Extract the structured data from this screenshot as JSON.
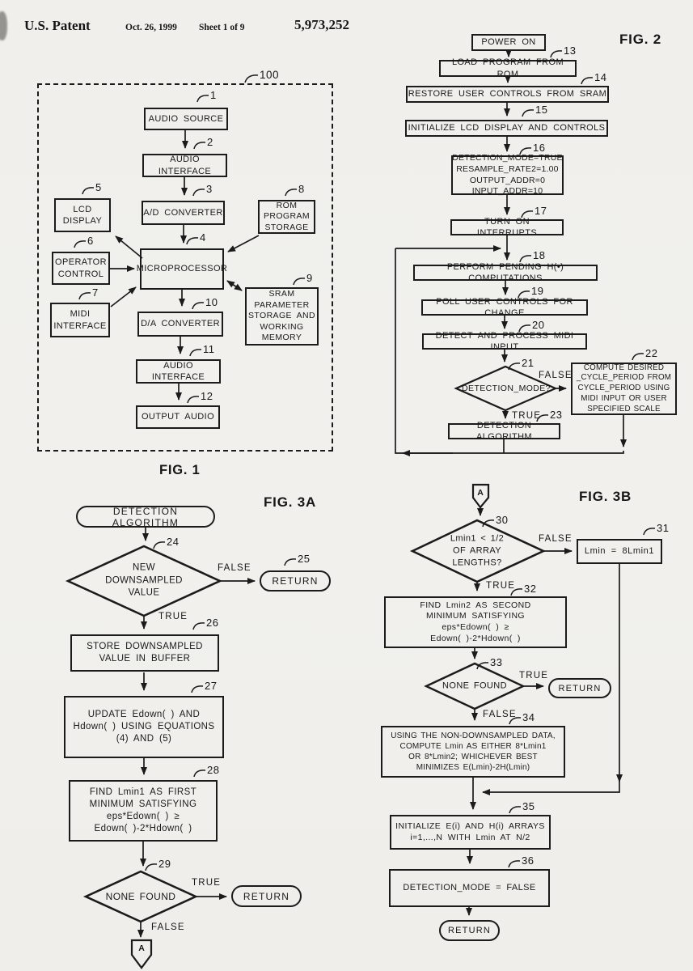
{
  "header": {
    "patent_label": "U.S. Patent",
    "date": "Oct. 26, 1999",
    "sheet": "Sheet 1 of 9",
    "patent_number": "5,973,252"
  },
  "fig1": {
    "label": "FIG. 1",
    "system_ref": "100",
    "audio_source": {
      "ref": "1",
      "text": "AUDIO SOURCE"
    },
    "audio_interface_in": {
      "ref": "2",
      "text": "AUDIO INTERFACE"
    },
    "ad_converter": {
      "ref": "3",
      "text": "A/D CONVERTER"
    },
    "microprocessor": {
      "ref": "4",
      "text": "MICROPROCESSOR"
    },
    "lcd_display": {
      "ref": "5",
      "text": "LCD\nDISPLAY"
    },
    "operator_control": {
      "ref": "6",
      "text": "OPERATOR\nCONTROL"
    },
    "midi_interface": {
      "ref": "7",
      "text": "MIDI\nINTERFACE"
    },
    "rom_program_storage": {
      "ref": "8",
      "text": "ROM\nPROGRAM\nSTORAGE"
    },
    "sram_memory": {
      "ref": "9",
      "text": "SRAM\nPARAMETER\nSTORAGE AND\nWORKING\nMEMORY"
    },
    "da_converter": {
      "ref": "10",
      "text": "D/A CONVERTER"
    },
    "audio_interface_out": {
      "ref": "11",
      "text": "AUDIO INTERFACE"
    },
    "output_audio": {
      "ref": "12",
      "text": "OUTPUT AUDIO"
    }
  },
  "fig2": {
    "label": "FIG. 2",
    "power_on": "POWER ON",
    "load_program": {
      "ref": "13",
      "text": "LOAD PROGRAM FROM ROM"
    },
    "restore_user_controls": {
      "ref": "14",
      "text": "RESTORE USER CONTROLS FROM SRAM"
    },
    "initialize_lcd": {
      "ref": "15",
      "text": "INITIALIZE LCD DISPLAY AND CONTROLS"
    },
    "initialize_vars": {
      "ref": "16",
      "text": "DETECTION_MODE=TRUE\nRESAMPLE_RATE2=1.00\nOUTPUT_ADDR=0\nINPUT_ADDR=10"
    },
    "turn_on_interrupts": {
      "ref": "17",
      "text": "TURN ON INTERRUPTS"
    },
    "perform_computations": {
      "ref": "18",
      "text": "PERFORM PENDING H(•) COMPUTATIONS"
    },
    "poll_user_controls": {
      "ref": "19",
      "text": "POLL USER CONTROLS FOR CHANGE"
    },
    "detect_midi": {
      "ref": "20",
      "text": "DETECT AND PROCESS MIDI INPUT"
    },
    "detection_mode_decision": {
      "ref": "21",
      "text": "DETECTION_MODE?",
      "false_label": "FALSE",
      "true_label": "TRUE"
    },
    "compute_cycle_period": {
      "ref": "22",
      "text": "COMPUTE DESIRED\n_CYCLE_PERIOD FROM\nCYCLE_PERIOD USING\nMIDI INPUT OR USER\nSPECIFIED SCALE"
    },
    "detection_algorithm": {
      "ref": "23",
      "text": "DETECTION ALGORITHM"
    }
  },
  "fig3a": {
    "label": "FIG. 3A",
    "start_terminator": "DETECTION ALGORITHM",
    "new_value_decision": {
      "ref": "24",
      "text": "NEW\nDOWNSAMPLED\nVALUE",
      "false_label": "FALSE",
      "true_label": "TRUE"
    },
    "return_false": {
      "ref": "25",
      "text": "RETURN"
    },
    "store_value": {
      "ref": "26",
      "text": "STORE DOWNSAMPLED\nVALUE IN BUFFER"
    },
    "update_equations": {
      "ref": "27",
      "text": "UPDATE Edown( ) AND\nHdown( ) USING EQUATIONS\n(4) AND (5)"
    },
    "find_lmin1": {
      "ref": "28",
      "text": "FIND Lmin1 AS FIRST\nMINIMUM SATISFYING\neps*Edown( ) ≥\nEdown( )-2*Hdown( )"
    },
    "none_found_decision": {
      "ref": "29",
      "text": "NONE FOUND",
      "true_label": "TRUE",
      "false_label": "FALSE"
    },
    "return_true": "RETURN",
    "connector": "A"
  },
  "fig3b": {
    "label": "FIG. 3B",
    "connector": "A",
    "lmin1_decision": {
      "ref": "30",
      "text": "Lmin1 < 1/2\nOF ARRAY\nLENGTHS?",
      "false_label": "FALSE",
      "true_label": "TRUE"
    },
    "lmin_assign": {
      "ref": "31",
      "text": "Lmin = 8Lmin1"
    },
    "find_lmin2": {
      "ref": "32",
      "text": "FIND Lmin2 AS SECOND\nMINIMUM SATISFYING\neps*Edown( ) ≥\nEdown( )-2*Hdown( )"
    },
    "none_found_decision": {
      "ref": "33",
      "text": "NONE FOUND",
      "true_label": "TRUE",
      "false_label": "FALSE"
    },
    "return_none": "RETURN",
    "compute_lmin": {
      "ref": "34",
      "text": "USING THE NON-DOWNSAMPLED DATA,\nCOMPUTE Lmin AS EITHER 8*Lmin1\nOR 8*Lmin2; WHICHEVER BEST\nMINIMIZES E(Lmin)-2H(Lmin)"
    },
    "initialize_arrays": {
      "ref": "35",
      "text": "INITIALIZE E(i) AND H(i) ARRAYS\ni=1,...,N WITH Lmin AT N/2"
    },
    "detection_mode_false": {
      "ref": "36",
      "text": "DETECTION_MODE = FALSE"
    },
    "return_end": "RETURN"
  }
}
